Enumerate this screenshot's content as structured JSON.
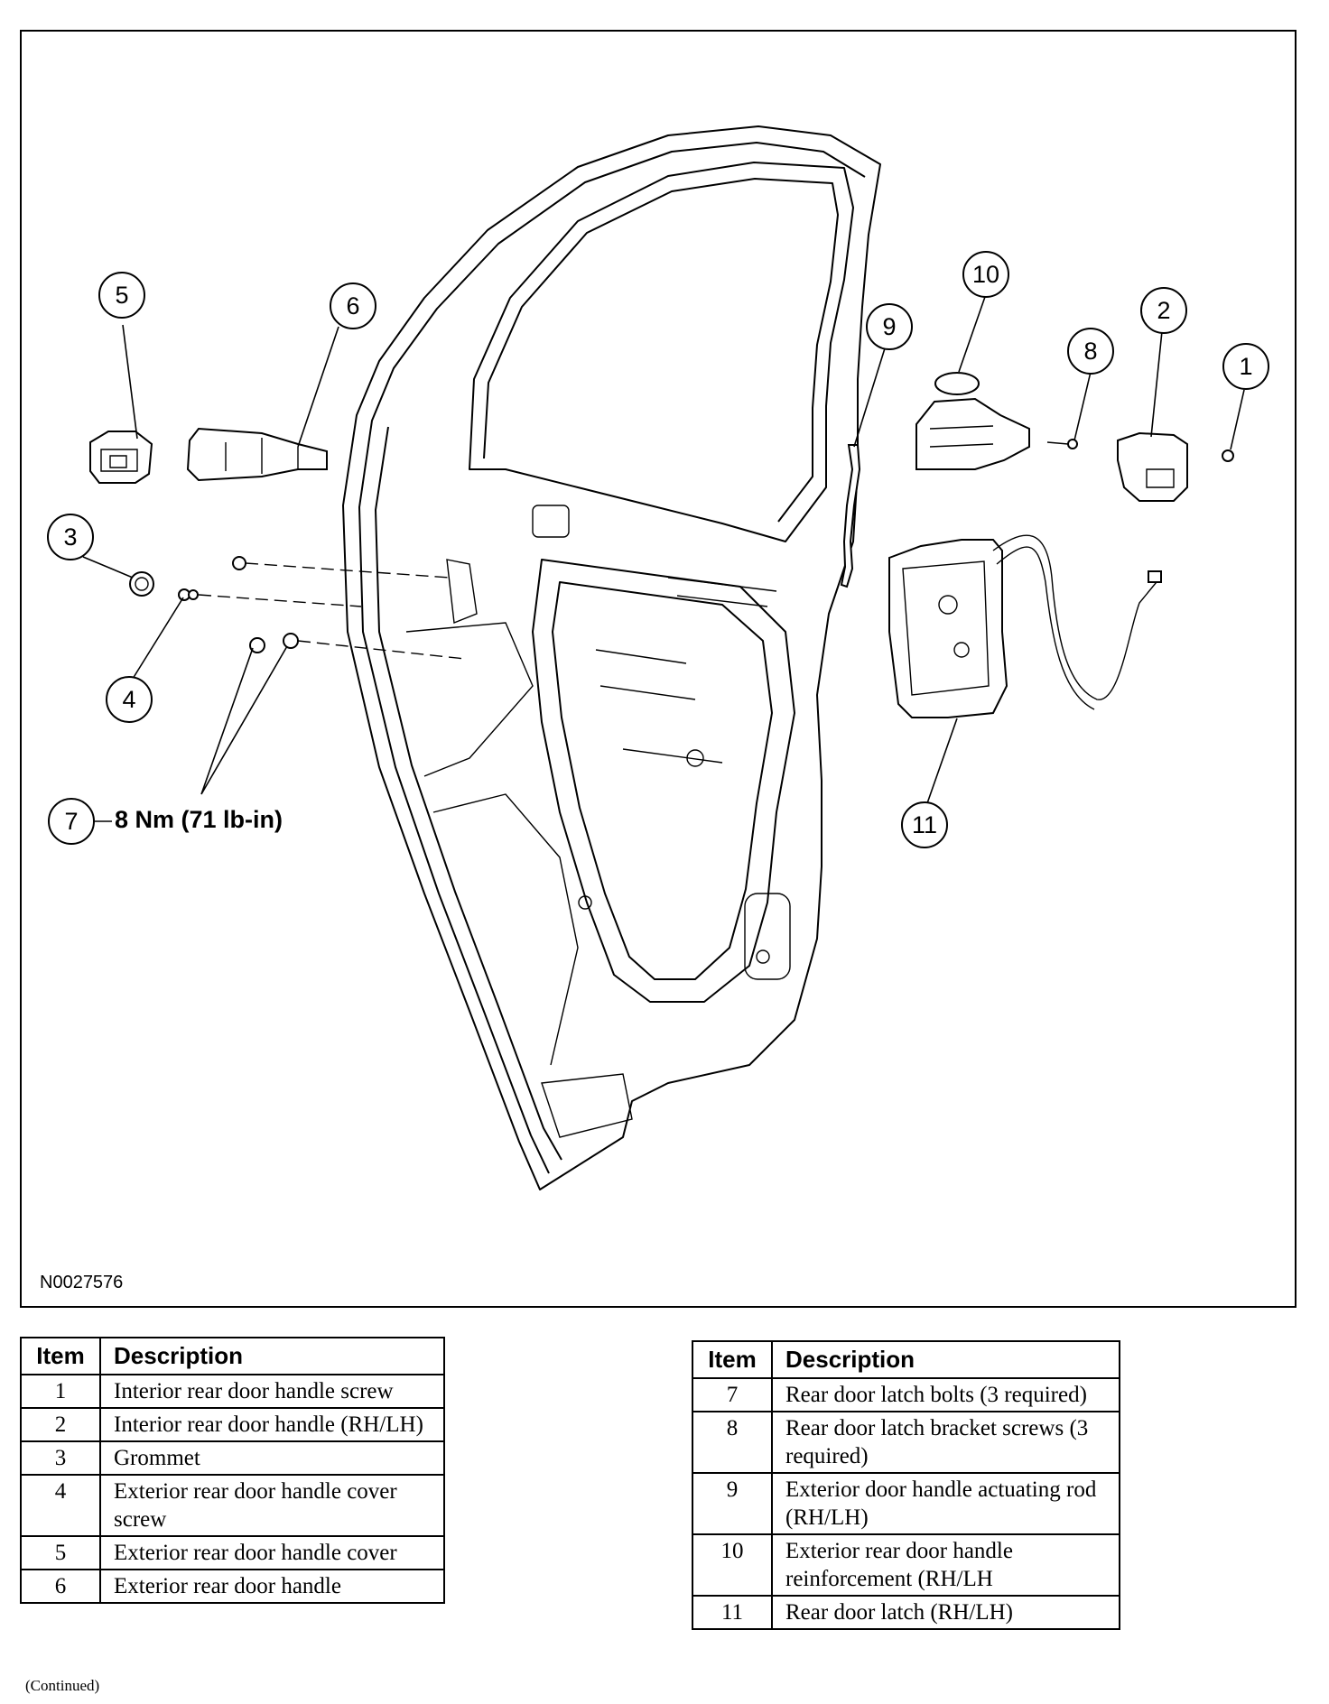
{
  "figure": {
    "id": "N0027576",
    "torque_spec": "8 Nm (71 lb-in)",
    "callouts": [
      "1",
      "2",
      "3",
      "4",
      "5",
      "6",
      "7",
      "8",
      "9",
      "10",
      "11"
    ]
  },
  "legend_left": {
    "header_item": "Item",
    "header_description": "Description",
    "rows": [
      {
        "item": "1",
        "description": "Interior rear door handle screw"
      },
      {
        "item": "2",
        "description": "Interior rear door handle (RH/LH)"
      },
      {
        "item": "3",
        "description": "Grommet"
      },
      {
        "item": "4",
        "description": "Exterior rear door handle cover screw"
      },
      {
        "item": "5",
        "description": "Exterior rear door handle cover"
      },
      {
        "item": "6",
        "description": "Exterior rear door handle"
      }
    ]
  },
  "legend_right": {
    "header_item": "Item",
    "header_description": "Description",
    "rows": [
      {
        "item": "7",
        "description": "Rear door latch bolts (3 required)"
      },
      {
        "item": "8",
        "description": "Rear door latch bracket screws (3 required)"
      },
      {
        "item": "9",
        "description": "Exterior door handle actuating rod (RH/LH)"
      },
      {
        "item": "10",
        "description": "Exterior rear door handle reinforcement (RH/LH"
      },
      {
        "item": "11",
        "description": "Rear door latch (RH/LH)"
      }
    ]
  },
  "footer_note": "(Continued)"
}
